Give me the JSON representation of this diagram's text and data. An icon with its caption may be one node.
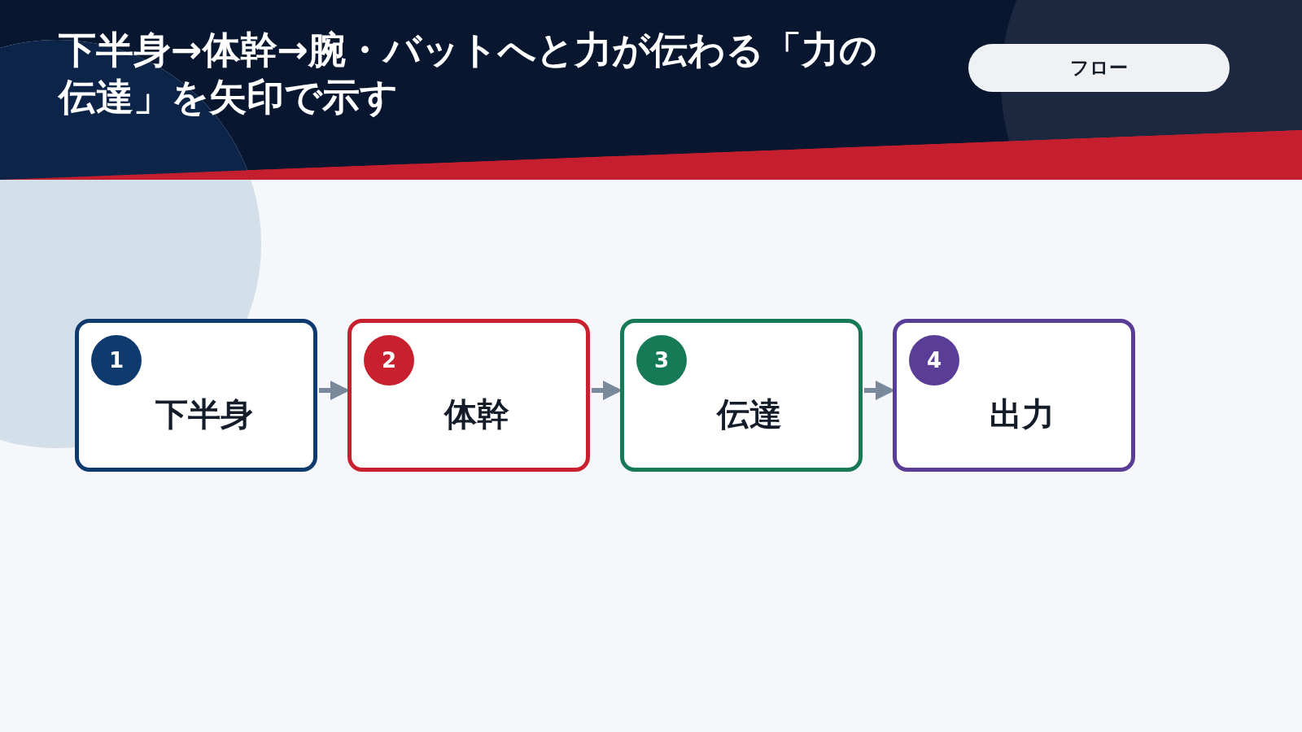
{
  "diagram": {
    "title": "下半身→体幹→腕・バットへと力が伝わる「力の伝達」を矢印で示す",
    "nodes": [
      {
        "text": [
          "フロー"
        ]
      },
      {
        "text": [
          "1",
          "下半身"
        ]
      },
      {
        "text": [
          "2",
          "体幹"
        ]
      },
      {
        "text": [
          "3",
          "伝達"
        ]
      },
      {
        "text": [
          "4",
          "出力"
        ]
      }
    ],
    "edges": [
      {
        "from": 1,
        "to": 2,
        "arrow": "to"
      },
      {
        "from": 2,
        "to": 3,
        "arrow": "to"
      },
      {
        "from": 3,
        "to": 4,
        "arrow": "to"
      }
    ]
  }
}
